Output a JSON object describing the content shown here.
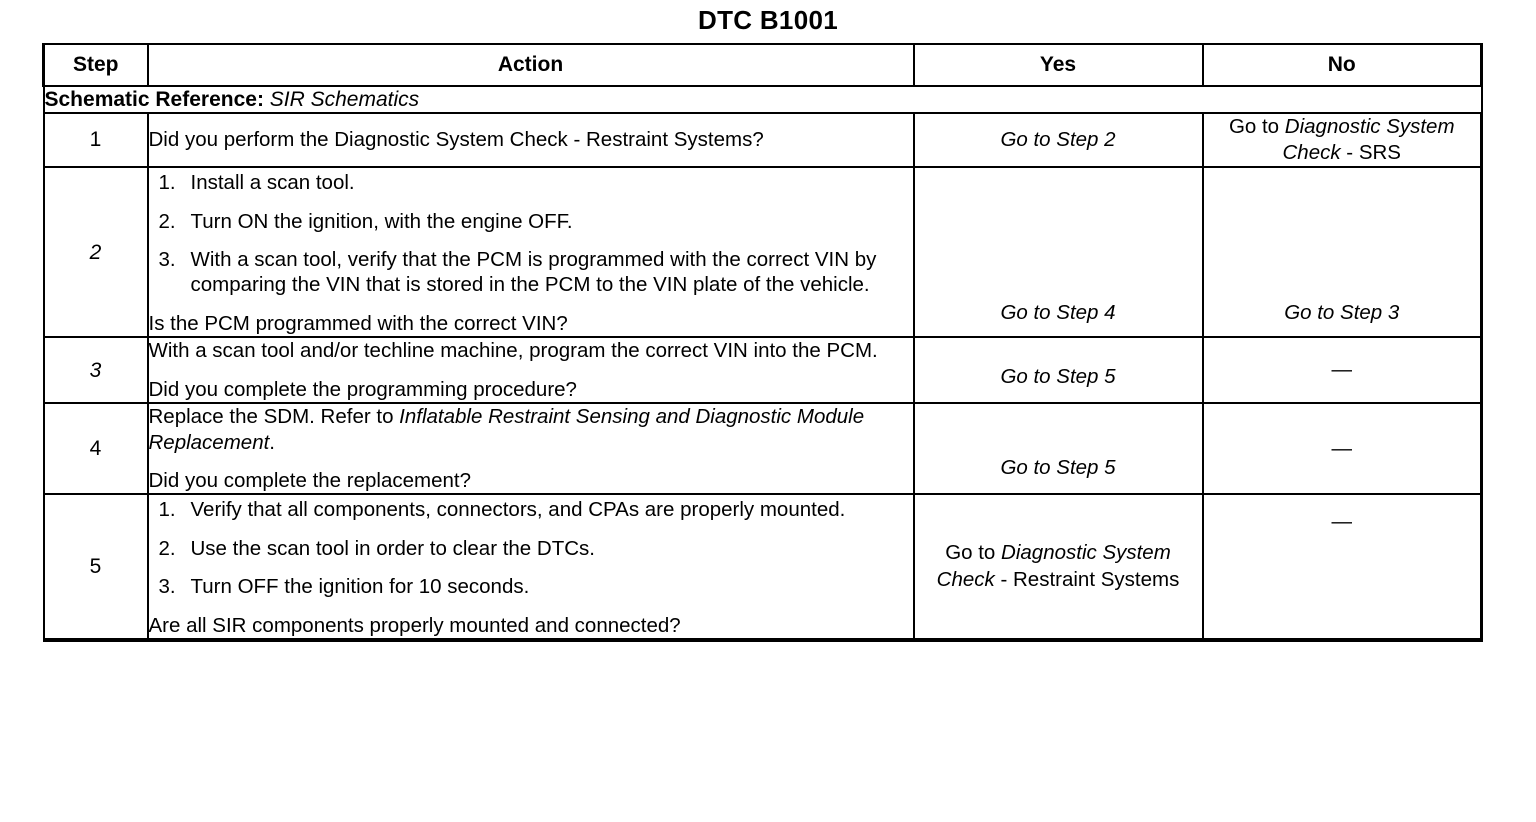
{
  "document": {
    "title": "DTC B1001"
  },
  "table": {
    "headers": {
      "step": "Step",
      "action": "Action",
      "yes": "Yes",
      "no": "No"
    },
    "schematic": {
      "label": "Schematic Reference:",
      "reference": "SIR Schematics"
    },
    "rows": [
      {
        "step": "1",
        "action_text": "Did you perform the Diagnostic System Check - Restraint Systems?",
        "yes": "Go to Step 2",
        "no_prefix": "Go to ",
        "no_italic": "Diagnostic System Check",
        "no_suffix": " - SRS"
      },
      {
        "step": "2",
        "substeps": [
          "Install a scan tool.",
          "Turn ON the ignition, with the engine OFF.",
          "With a scan tool, verify that the PCM is programmed with the correct VIN by comparing the VIN that is stored in the PCM to the VIN plate of the vehicle."
        ],
        "question": "Is the PCM programmed with the correct VIN?",
        "yes": "Go to Step 4",
        "no": "Go to Step 3"
      },
      {
        "step": "3",
        "instruction": "With a scan tool and/or techline machine, program the correct VIN into the PCM.",
        "question": "Did you complete the programming procedure?",
        "yes": "Go to Step 5",
        "no": "—"
      },
      {
        "step": "4",
        "instruction_prefix": "Replace the SDM. Refer to ",
        "instruction_italic": "Inflatable Restraint Sensing and Diagnostic Module Replacement",
        "instruction_suffix": ".",
        "question": "Did you complete the replacement?",
        "yes": "Go to Step 5",
        "no": "—"
      },
      {
        "step": "5",
        "substeps": [
          "Verify that all components, connectors, and CPAs are properly mounted.",
          "Use the scan tool in order to clear the DTCs.",
          "Turn OFF the ignition for 10 seconds."
        ],
        "question": "Are all SIR components properly mounted and connected?",
        "yes_prefix": "Go to ",
        "yes_italic": "Diagnostic System Check",
        "yes_suffix": " - Restraint Systems",
        "no": "—"
      }
    ]
  },
  "colors": {
    "text": "#000000",
    "background": "#ffffff",
    "border": "#000000"
  }
}
